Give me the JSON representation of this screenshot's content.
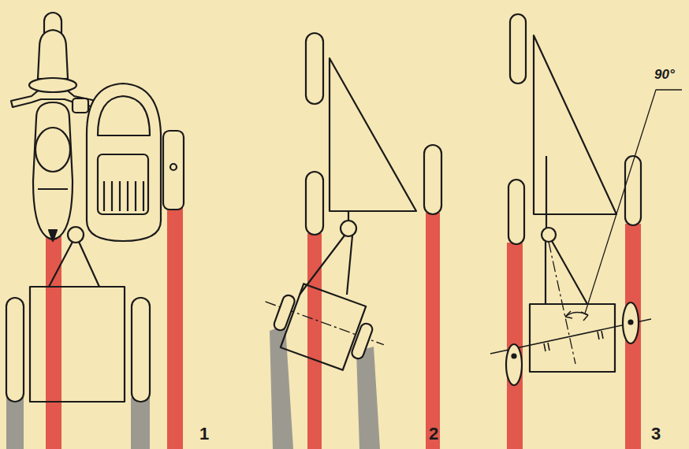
{
  "diagram": {
    "labels": [
      "90°",
      "1",
      "2",
      "3"
    ]
  }
}
